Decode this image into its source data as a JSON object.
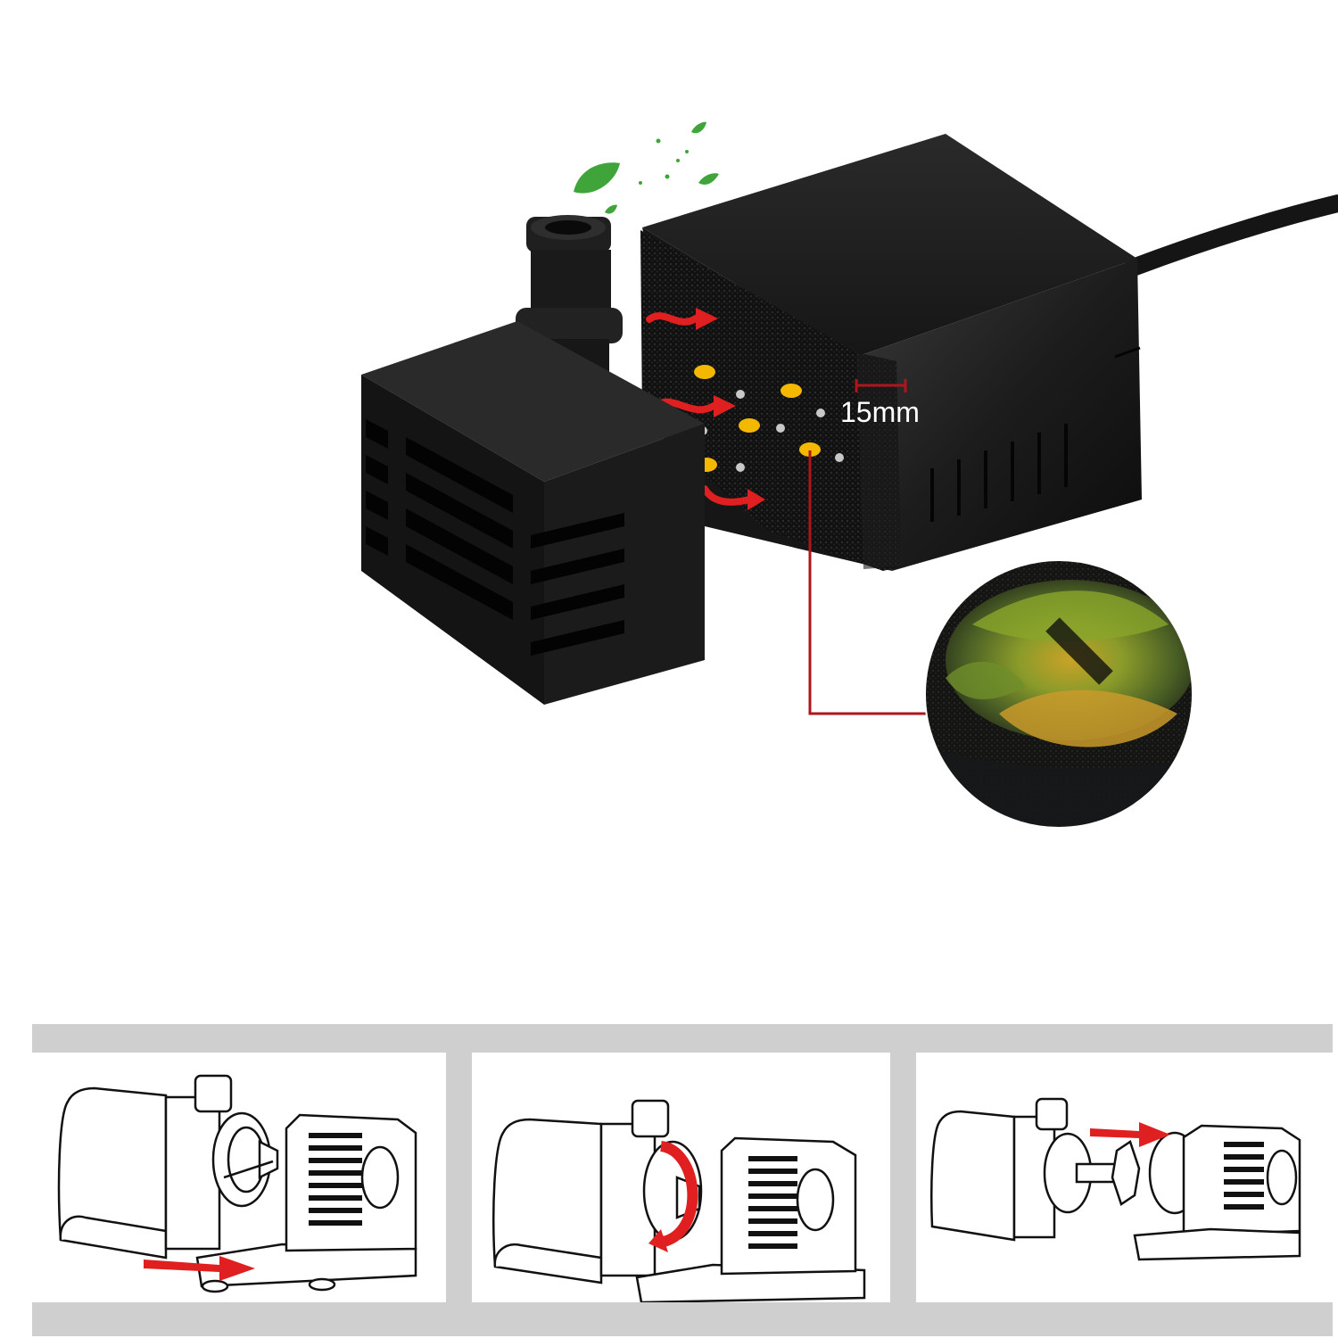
{
  "product": {
    "sponge_thickness_label": "15mm"
  },
  "colors": {
    "pump_body": "#1b1b1b",
    "sponge": "#111111",
    "arrow_red": "#e02020",
    "hole_yellow": "#f5b800",
    "hole_grey": "#c8c8c8",
    "callout_line": "#b0151c",
    "leaf_green": "#3fa53a",
    "panel_band": "#cfcfcf"
  },
  "steps": [
    {
      "name": "slide-off-cover",
      "arrow_direction": "right"
    },
    {
      "name": "twist-rotor-cap",
      "arrow_direction": "rotate"
    },
    {
      "name": "pull-out-impeller",
      "arrow_direction": "right"
    }
  ]
}
